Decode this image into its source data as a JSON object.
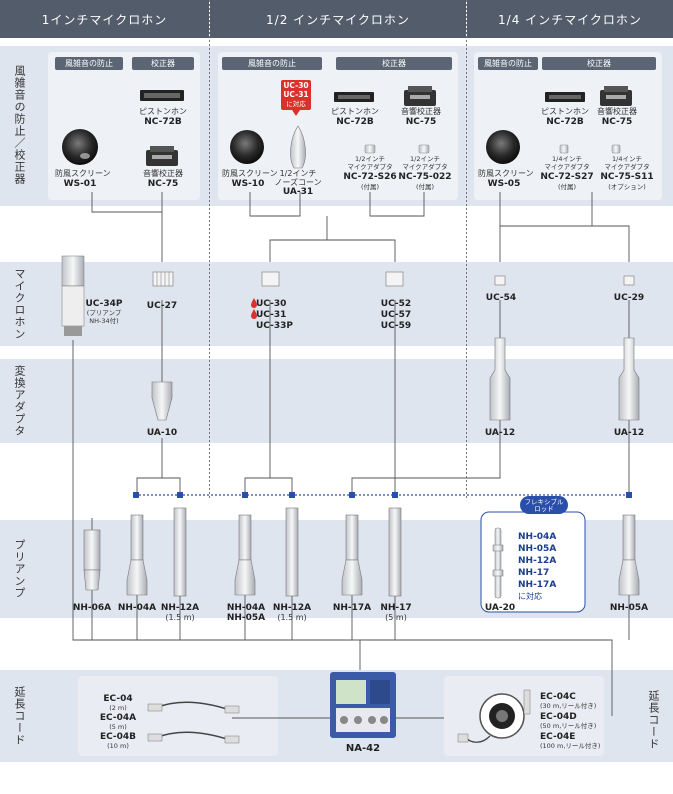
{
  "columns": {
    "one_inch": "1インチマイクロホン",
    "half_inch": "1/2 インチマイクロホン",
    "quarter_inch": "1/4 インチマイクロホン"
  },
  "rows": {
    "windscreen_calibrator": "風雑音の防止／校正器",
    "microphone": "マイクロホン",
    "adapter": "変換アダプタ",
    "preamp": "プリアンプ",
    "extension": "延長コード",
    "extension_right": "延長コード"
  },
  "tags": {
    "wind": "風雑音の防止",
    "calibrator": "校正器"
  },
  "panel1": {
    "ws01_desc": "防風スクリーン",
    "ws01": "WS-01",
    "nc72b_desc": "ピストンホン",
    "nc72b": "NC-72B",
    "nc75_desc": "音響校正器",
    "nc75": "NC-75"
  },
  "panel2": {
    "ws10_desc": "防風スクリーン",
    "ws10": "WS-10",
    "badge": [
      "UC-30",
      "UC-31"
    ],
    "badge_note": "に対応",
    "ua31_desc1": "1/2インチ",
    "ua31_desc2": "ノーズコーン",
    "ua31": "UA-31",
    "nc72b_desc": "ピストンホン",
    "nc72b": "NC-72B",
    "nc75_desc": "音響校正器",
    "nc75": "NC-75",
    "s26_desc1": "1/2インチ",
    "s26_desc2": "マイクアダプタ",
    "s26": "NC-72-S26",
    "s26_note": "(付属)",
    "s022_desc1": "1/2インチ",
    "s022_desc2": "マイクアダプタ",
    "s022": "NC-75-022",
    "s022_note": "(付属)"
  },
  "panel3": {
    "ws05_desc": "防風スクリーン",
    "ws05": "WS-05",
    "nc72b_desc": "ピストンホン",
    "nc72b": "NC-72B",
    "nc75_desc": "音響校正器",
    "nc75": "NC-75",
    "s27_desc1": "1/4インチ",
    "s27_desc2": "マイクアダプタ",
    "s27": "NC-72-S27",
    "s27_note": "(付属)",
    "s11_desc1": "1/4インチ",
    "s11_desc2": "マイクアダプタ",
    "s11": "NC-75-S11",
    "s11_note": "(オプション)"
  },
  "mics": {
    "uc34p": "UC-34P",
    "uc34p_note1": "(プリアンプ",
    "uc34p_note2": "NH-34付)",
    "uc27": "UC-27",
    "uc30": "UC-30",
    "uc31": "UC-31",
    "uc33p": "UC-33P",
    "uc52": "UC-52",
    "uc57": "UC-57",
    "uc59": "UC-59",
    "uc54": "UC-54",
    "uc29": "UC-29"
  },
  "adapters": {
    "ua10": "UA-10",
    "ua12a": "UA-12",
    "ua12b": "UA-12"
  },
  "preamps": {
    "nh06a": "NH-06A",
    "nh04a": "NH-04A",
    "nh12a": "NH-12A",
    "nh12a_len": "(1.5 m)",
    "nh04a_05a_1": "NH-04A",
    "nh04a_05a_2": "NH-05A",
    "nh12a_b": "NH-12A",
    "nh12a_b_len": "(1.5 m)",
    "nh17a": "NH-17A",
    "nh17": "NH-17",
    "nh17_len": "(5 m)",
    "nh05a": "NH-05A"
  },
  "flex": {
    "bubble1": "フレキシブル",
    "bubble2": "ロッド",
    "items": [
      "NH-04A",
      "NH-05A",
      "NH-12A",
      "NH-17",
      "NH-17A"
    ],
    "note": "に対応",
    "ua20": "UA-20"
  },
  "ext_left": {
    "ec04": "EC-04",
    "ec04_len": "(2 m)",
    "ec04a": "EC-04A",
    "ec04a_len": "(5 m)",
    "ec04b": "EC-04B",
    "ec04b_len": "(10 m)"
  },
  "ext_right": {
    "ec04c": "EC-04C",
    "ec04c_len": "(30 m,リール付き)",
    "ec04d": "EC-04D",
    "ec04d_len": "(50 m,リール付き)",
    "ec04e": "EC-04E",
    "ec04e_len": "(100 m,リール付き)"
  },
  "analyzer": {
    "name": "NA-42"
  },
  "colors": {
    "header": "#525c6b",
    "band": "#dfe5ee",
    "accent_red": "#d9312b",
    "blue": "#1a3f8f",
    "dot_line": "#2a4fa8"
  }
}
